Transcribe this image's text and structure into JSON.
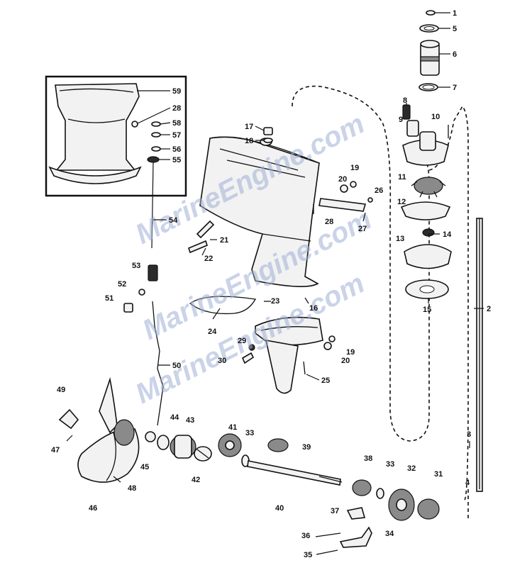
{
  "watermarks": [
    "MarineEngine.com",
    "MarineEngine.com",
    "MarineEngine.com"
  ],
  "labels": {
    "p1": "1",
    "p2": "2",
    "p3": "3",
    "p4": "4",
    "p5": "5",
    "p6": "6",
    "p7": "7",
    "p8": "8",
    "p9": "9",
    "p10": "10",
    "p11": "11",
    "p12": "12",
    "p13": "13",
    "p14": "14",
    "p15": "15",
    "p16": "16",
    "p17": "17",
    "p18": "18",
    "p19a": "19",
    "p19b": "19",
    "p20a": "20",
    "p20b": "20",
    "p21": "21",
    "p22": "22",
    "p23": "23",
    "p24": "24",
    "p25": "25",
    "p26": "26",
    "p27": "27",
    "p28a": "28",
    "p28b": "28",
    "p29": "29",
    "p30": "30",
    "p31": "31",
    "p32": "32",
    "p33a": "33",
    "p33b": "33",
    "p34": "34",
    "p35": "35",
    "p36": "36",
    "p37": "37",
    "p38": "38",
    "p39": "39",
    "p40": "40",
    "p41": "41",
    "p42": "42",
    "p43": "43",
    "p44": "44",
    "p45": "45",
    "p46": "46",
    "p47": "47",
    "p48": "48",
    "p49": "49",
    "p50": "50",
    "p51": "51",
    "p52": "52",
    "p53": "53",
    "p54": "54",
    "p55": "55",
    "p56": "56",
    "p57": "57",
    "p58": "58",
    "p59": "59"
  }
}
